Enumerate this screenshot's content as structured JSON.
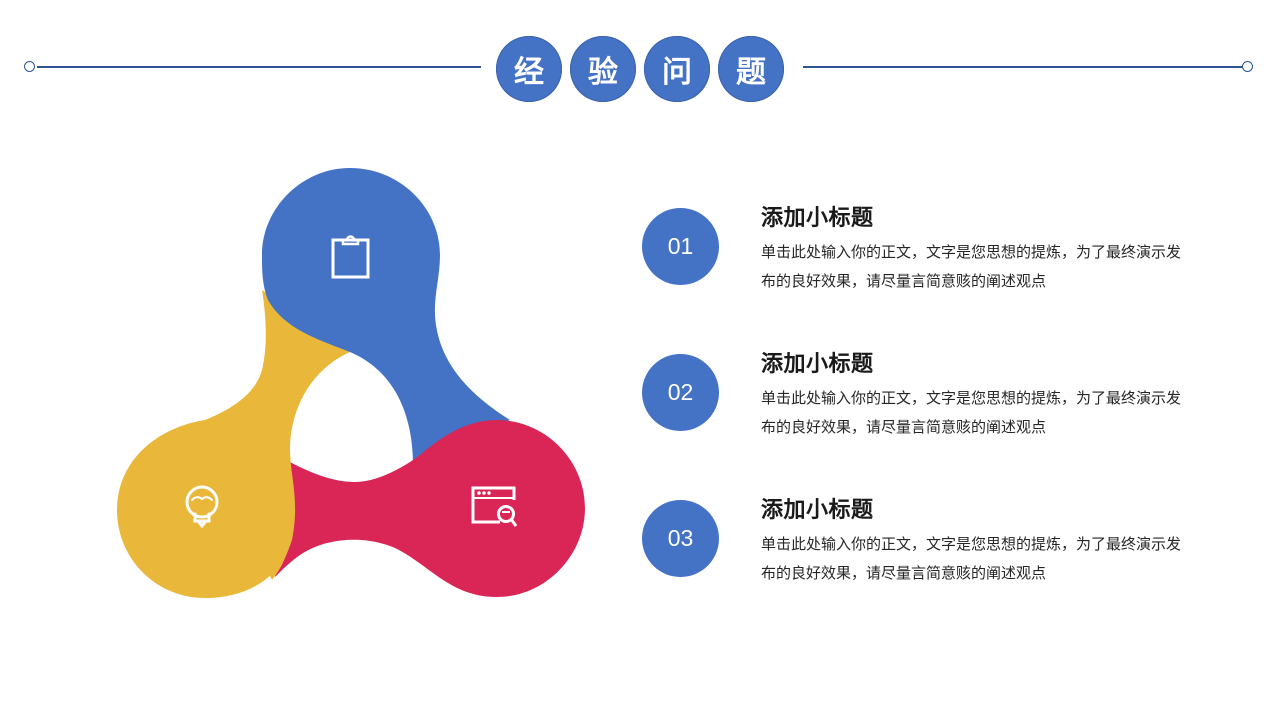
{
  "header": {
    "title_chars": [
      "经",
      "验",
      "问",
      "题"
    ],
    "line_color": "#2f5597"
  },
  "diagram": {
    "segments": [
      {
        "name": "blue",
        "color": "#4472c4",
        "icon": "clipboard-icon"
      },
      {
        "name": "yellow",
        "color": "#e9b73a",
        "icon": "lightbulb-icon"
      },
      {
        "name": "red",
        "color": "#d92656",
        "icon": "browser-search-icon"
      }
    ]
  },
  "items": [
    {
      "number": "01",
      "title": "添加小标题",
      "body": "单击此处输入你的正文，文字是您思想的提炼，为了最终演示发布的良好效果，请尽量言简意赅的阐述观点"
    },
    {
      "number": "02",
      "title": "添加小标题",
      "body": "单击此处输入你的正文，文字是您思想的提炼，为了最终演示发布的良好效果，请尽量言简意赅的阐述观点"
    },
    {
      "number": "03",
      "title": "添加小标题",
      "body": "单击此处输入你的正文，文字是您思想的提炼，为了最终演示发布的良好效果，请尽量言简意赅的阐述观点"
    }
  ],
  "colors": {
    "accent_blue": "#4472c4",
    "yellow": "#e9b73a",
    "red": "#d92656"
  }
}
